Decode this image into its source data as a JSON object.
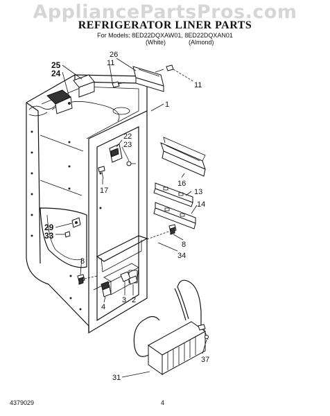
{
  "watermark": "AppliancePartsPros.com",
  "title": "REFRIGERATOR LINER PARTS",
  "models_line": "For Models: 8ED22DQXAW01, 8ED22DQXAN01",
  "variants": [
    "(White)",
    "(Almond)"
  ],
  "callouts": [
    "26",
    "11",
    "25",
    "24",
    "11",
    "1",
    "22",
    "23",
    "17",
    "16",
    "13",
    "14",
    "29",
    "33",
    "8",
    "34",
    "8",
    "3",
    "2",
    "4",
    "37",
    "31"
  ],
  "footer": {
    "doc_number": "4379029",
    "page_number": "4"
  }
}
